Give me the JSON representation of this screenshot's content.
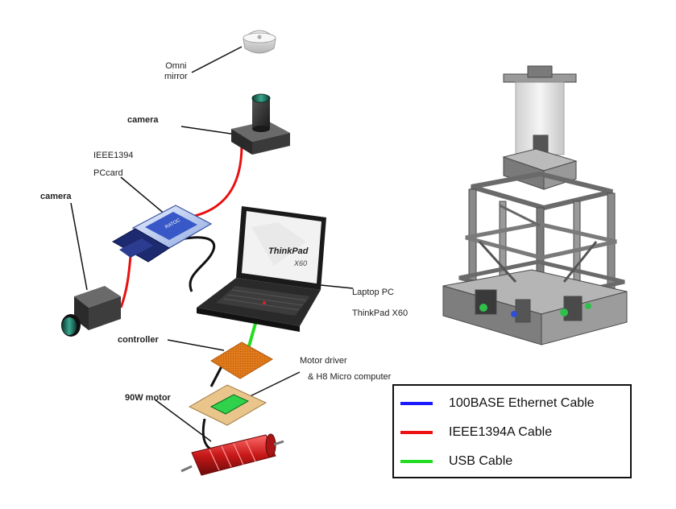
{
  "labels": {
    "omni_mirror": [
      "Omni",
      "mirror"
    ],
    "camera_top": "camera",
    "pccard": [
      "IEEE1394",
      "PCcard"
    ],
    "camera_left": "camera",
    "laptop": [
      "Laptop PC",
      "ThinkPad X60"
    ],
    "laptop_brand": "ThinkPad",
    "laptop_model": "X60",
    "controller": "controller",
    "motor_driver": [
      "Motor driver",
      "& H8 Micro computer"
    ],
    "motor": "90W motor"
  },
  "legend": {
    "items": [
      {
        "label": "100BASE Ethernet Cable",
        "color": "#1a1aff"
      },
      {
        "label": "IEEE1394A Cable",
        "color": "#ee1111"
      },
      {
        "label": "USB Cable",
        "color": "#22dd22"
      }
    ]
  },
  "colors": {
    "ieee1394": "#e81010",
    "usb": "#22dd22",
    "ethernet": "#1a1aff",
    "robot_frame": "#8a8a8a",
    "controller_board": "#e07a1a",
    "motor": "#c81818"
  }
}
